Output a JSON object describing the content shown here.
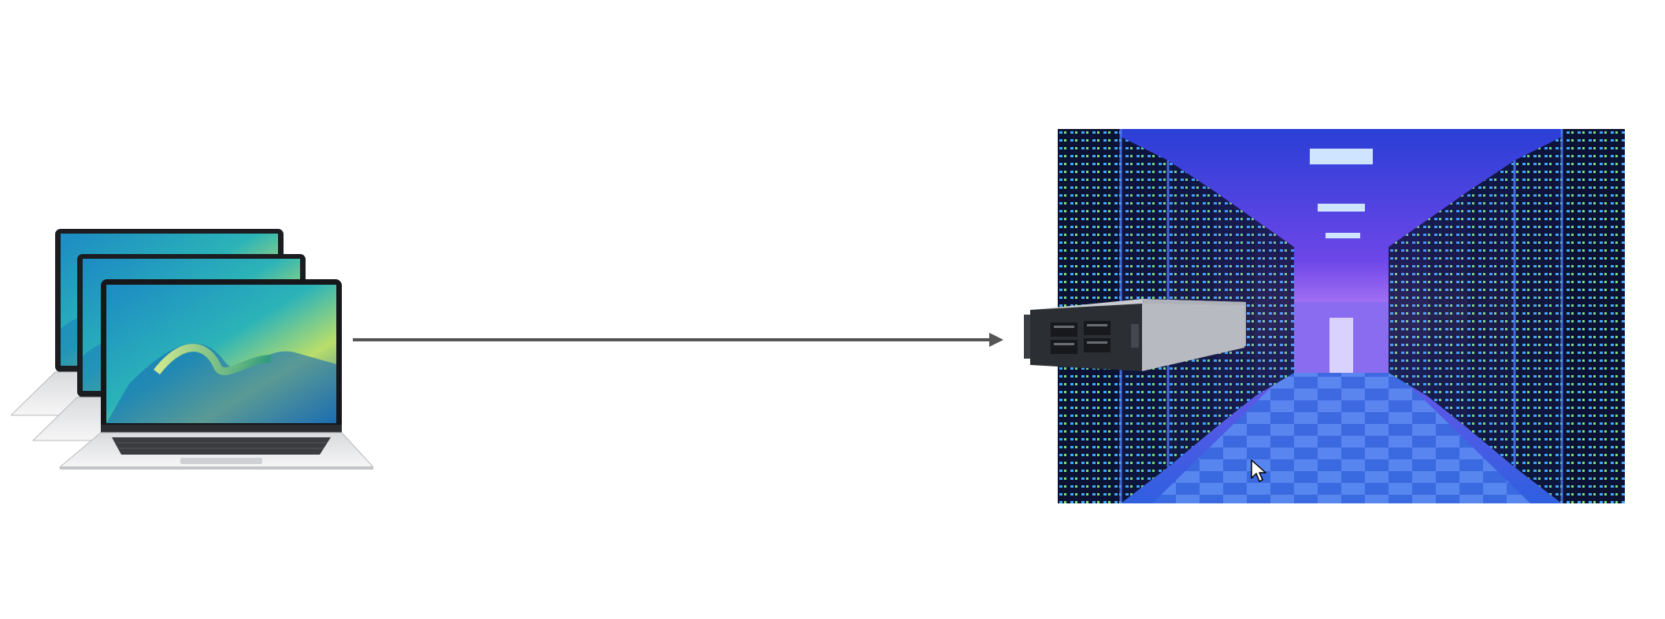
{
  "slide": {
    "background": "#ffffff",
    "accent_arrow_color": "#555555"
  },
  "nodes": [
    {
      "id": "clients",
      "icon": "laptop-icon",
      "count": 3
    },
    {
      "id": "server",
      "icon": "server-icon"
    }
  ],
  "edges": [
    {
      "from": "clients",
      "to": "server",
      "directed": true
    }
  ],
  "images": {
    "datacenter": "data-center-hallway-photo"
  },
  "colors": {
    "datacenter_floor": "#3f6fe0",
    "datacenter_glow": "#8a4cf0",
    "screen_teal": "#1e9fb8",
    "screen_lime": "#c7e35c"
  }
}
